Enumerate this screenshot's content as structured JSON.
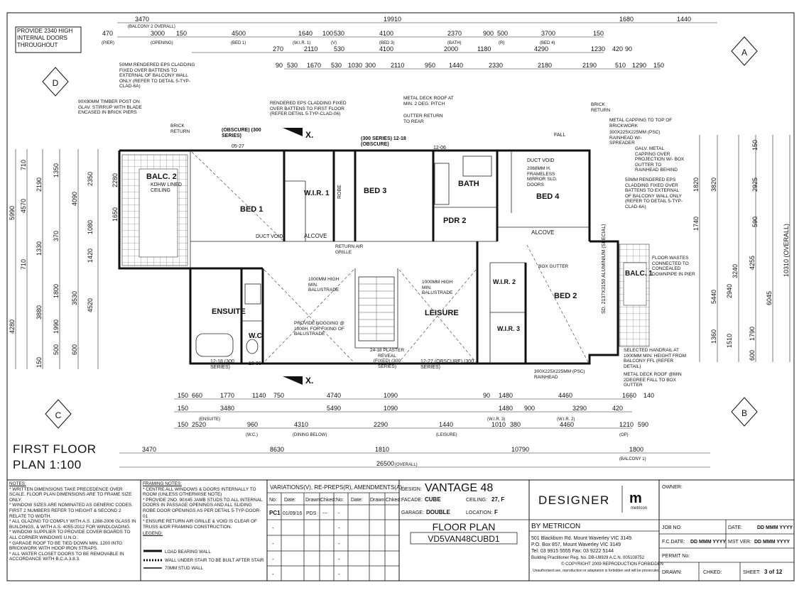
{
  "note_box": "PROVIDE 2340 HIGH INTERNAL DOORS THROUGHOUT",
  "grid_markers": {
    "a": "A",
    "b": "B",
    "c": "C",
    "d": "D"
  },
  "top_dims": {
    "row1": [
      "3470",
      "19910",
      "1680",
      "1440"
    ],
    "row1_sub": "(BALCONY 2 OVERALL)",
    "row2": [
      "470",
      "3000",
      "150",
      "4500",
      "1640",
      "100",
      "530",
      "4100",
      "2370",
      "900",
      "500",
      "3700",
      "150"
    ],
    "row2_sub": [
      "(PIER)",
      "(OPENING)",
      "(BED 1)",
      "(W.I.R. 1)",
      "(V)",
      "(BED 3)",
      "(BATH)",
      "(R)",
      "(BED 4)"
    ],
    "row3": [
      "270",
      "2110",
      "530",
      "4100",
      "2000",
      "1180",
      "4290",
      "1230",
      "420",
      "90"
    ],
    "row4": [
      "90",
      "530",
      "1670",
      "530",
      "1030",
      "300",
      "2110",
      "950",
      "1440",
      "2330",
      "2180",
      "2190",
      "510",
      "1290",
      "150"
    ]
  },
  "left_dims": [
    "5990",
    "4280",
    "710",
    "4570",
    "2190",
    "1350",
    "4090",
    "2350",
    "1080",
    "2280",
    "1650",
    "1420",
    "1330",
    "370",
    "1800",
    "3880",
    "1990",
    "3530",
    "4520",
    "600",
    "500",
    "150",
    "710"
  ],
  "right_dims": [
    "2925",
    "150",
    "1820",
    "3820",
    "1740",
    "590",
    "10310 (OVERALL)",
    "6045",
    "4255",
    "3240",
    "2940",
    "5440",
    "1790",
    "600",
    "1510",
    "1360"
  ],
  "bottom_dims": {
    "row1": [
      "150",
      "660",
      "1770",
      "1140",
      "750",
      "4740",
      "1090",
      "90",
      "1480",
      "4460",
      "1660",
      "140"
    ],
    "row2": [
      "150",
      "3480",
      "5490",
      "1090",
      "1480",
      "900",
      "3290",
      "420"
    ],
    "row3": [
      "150",
      "2520",
      "960",
      "4310",
      "2290",
      "1440",
      "1010",
      "380",
      "4460",
      "1210",
      "590"
    ],
    "row3_sub": [
      "(ENSUITE)",
      "(W.C.)",
      "(DINING BELOW)",
      "(LEISURE)",
      "(W.I.R. 3)",
      "(W.I.R. 2)",
      "(OP)"
    ],
    "row4": [
      "3470",
      "8630",
      "1810",
      "10790",
      "1800"
    ],
    "row4_sub": "(BALCONY 1)",
    "overall": "26500",
    "overall_sub": "(OVERALL)"
  },
  "rooms": {
    "balc2": "BALC. 2",
    "bed1": "BED 1",
    "wir1": "W.I.R. 1",
    "bed3": "BED 3",
    "bath": "BATH",
    "bed4": "BED 4",
    "pdr2": "PDR 2",
    "ensuite": "ENSUITE",
    "wc": "W.C.",
    "leisure": "LEISURE",
    "wir2": "W.I.R. 2",
    "wir3": "W.I.R. 3",
    "bed2": "BED 2",
    "balc1": "BALC. 1",
    "alcove": "ALCOVE",
    "robe": "ROBE",
    "duct_void": "DUCT VOID"
  },
  "annotations": {
    "cladding_balc": "50MM RENDERED EPS CLADDING FIXED OVER BATTENS TO EXTERNAL OF BALCONY WALL ONLY (REFER TO DETAIL 5-TYP-CLAD-6A)",
    "timber_post": "90X90MM TIMBER POST ON GLAV. STIRRUP WITH BLADE ENCASED IN BRICK PIERS",
    "cladding_first": "RENDERED EPS CLADDING FIXED OVER BATTENS TO FIRST FLOOR (REFER DETAIL 5-TYP-CLAD-06)",
    "metal_deck": "METAL DECK ROOF AT MIN. 2 DEG. PITCH",
    "gutter_return": "GUTTER RETURN TO REAR",
    "brick_return": "BRICK RETURN",
    "metal_capping": "METAL CAPPING TO TOP OF BRICKWORK",
    "rainhead": "300X225X225MM (PSC) RAINHEAD W/- SPREADER",
    "galv_capping": "GALV. METAL CAPPING OVER PROJECTION W/- BOX GUTTER TO RAINHEAD BEHIND",
    "cladding_balc1": "50MM RENDERED EPS CLADDING FIXED OVER BATTENS TO EXTERNAL OF BALCONY WALL ONLY (REFER TO DETAIL 5-TYP-CLAD-6A)",
    "floor_wastes": "FLOOR WASTES CONNECTED TO CONCEALED DOWNPIPE IN PIER",
    "handrail": "SELECTED HANDRAIL AT 1000MM MIN. HEIGHT FROM BALCONY FFL (REFER DETAIL)",
    "metal_deck_fall": "METAL DECK ROOF @MIN 2DEGREE FALL TO BOX GUTTER",
    "rainhead2": "300X225X225MM (PSC) RAINHEAD",
    "balustrade1": "1000MM HIGH MIN. BALUSTRADE",
    "balustrade2": "1000MM HIGH MIN. BALUSTRADE",
    "noggings": "PROVIDE NOGGING @ 1000H. FOR FIXING OF BALUSTRADE",
    "return_air": "RETURN AIR GRILLE",
    "box_gutter": "BOX GUTTER",
    "plaster_reveal": "24-18 PLASTER REVEAL (FIXED) (300 SERIES)",
    "frameless_mirror": "2068MM H. FRAMELESS MIRROR SLD. DOORS",
    "kdhw": "KDHW LINED CEILING",
    "obscure_top": "(OBSCURE) (300 SERIES)",
    "obscure_top_code": "05-27",
    "series_1218": "(300 SERIES) 12-18 (OBSCURE)",
    "code_1206": "12-06",
    "bottom_1218": "12-18 (300 SERIES)",
    "bottom_1006": "10-06",
    "bottom_1227": "12-27 (OBSCURE) (300 SERIES)",
    "balustrade_sld": "SD. 2137X3150 ALUMINIUM (SPECIAL)",
    "fall": "FALL"
  },
  "plan_title": "FIRST FLOOR PLAN 1:100",
  "notes": {
    "heading": "NOTES:",
    "items": [
      "* WRITTEN DIMENSIONS TAKE PRECEDENCE OVER SCALE. FLOOR PLAN DIMENSIONS ARE TO FRAME SIZE ONLY.",
      "* WINDOW SIZES ARE NOMINATED AS GENERIC CODES. FIRST 2 NUMBERS REFER TO HEIGHT & SECOND 2 RELATE TO WIDTH.",
      "* ALL GLAZING TO COMPLY WITH A.S. 1288-2006 GLASS IN BUILDINGS, & WITH A.S. 4055-2012 FOR WINDLOADING.",
      "* WINDOW SUPPLIER TO PROVIDE COVER BOARDS TO ALL CORNER WINDOWS U.N.O.",
      "* GARAGE ROOF TO BE TIED DOWN MIN. 1200 INTO BRICKWORK WITH HOOP IRON STRAPS.",
      "* ALL WATER CLOSET DOORS TO BE REMOVABLE IN ACCORDANCE WITH B.C.A.3.8.3."
    ]
  },
  "framing": {
    "heading": "FRAMING NOTES:",
    "items": [
      "* CENTRE ALL WINDOWS & DOORS INTERNALLY TO ROOM (UNLESS OTHERWISE NOTE)",
      "* PROVIDE 2NO. 90X45 JAMB STUDS TO ALL INTERNAL DOORS IN PASSAGE OPENINGS AND ALL SLIDING ROBE DOOR OPENINGS AS PER DETAIL 5-TYP-DOOR-01",
      "* ENSURE RETURN AIR GRILLE & VOID IS CLEAR OF TRUSS &/OR FRAMING CONSTRUCTION."
    ],
    "legend_heading": "LEGEND:",
    "legend": [
      "LOAD BEARING WALL",
      "WALL UNDER STAIR TO BE BUILT AFTER STAIR",
      "70MM STUD WALL"
    ]
  },
  "variations": {
    "heading": "VARIATIONS(V), RE-PREPS(R), AMENDMENTS(A):",
    "cols": [
      "No:",
      "Date:",
      "Drawn:",
      "Chked:",
      "No:",
      "Date:",
      "Drawn:",
      "Chked:"
    ],
    "row1": [
      "PC1",
      "01/09/16",
      "PDS",
      "---",
      "-"
    ],
    "dash": "-"
  },
  "design": {
    "design_label": "DESIGN:",
    "design_value": "VANTAGE 48",
    "facade_label": "FACADE:",
    "facade_value": "CUBE",
    "ceiling_label": "CEILING:",
    "ceiling_value": "27, F",
    "garage_label": "GARAGE:",
    "garage_value": "DOUBLE",
    "location_label": "LOCATION:",
    "location_value": "F",
    "plan_name": "FLOOR PLAN",
    "plan_code": "VD5VAN48CUBD1"
  },
  "company": {
    "logo_text": "DESIGNER",
    "logo_mark": "m",
    "logo_sub": "metricon",
    "by": "BY METRICON",
    "address1": "501 Blackburn Rd. Mount Waverley VIC 3149.",
    "address2": "P.O. Box 857, Mount Waverley VIC 3149",
    "phone": "Tel: 03 9915 5555 Fax: 03 9222 5144",
    "reg": "Building Practitioner Reg. No. DB-U8929 A.C.N. 005108752",
    "copyright": "© COPYRIGHT 2009 REPRODUCTION FORBIDDEN",
    "disclaimer": "Unauthorised use, reproduction or adaptation is forbidden and will be prosecuted."
  },
  "titleblock": {
    "owner": "OWNER:",
    "job_no": "JOB NO:",
    "date": "DATE:",
    "date_val": "DD MMM YYYY",
    "fc_date": "F.C.DATE:",
    "fc_date_val": "DD MMM YYYY",
    "mst_ver": "MST VER:",
    "mst_ver_val": "DD MMM YYYY",
    "permit": "PERMIT No:",
    "drawn": "DRAWN:",
    "chked": "CHKED:",
    "sheet": "SHEET:",
    "sheet_val": "3 of 12"
  }
}
